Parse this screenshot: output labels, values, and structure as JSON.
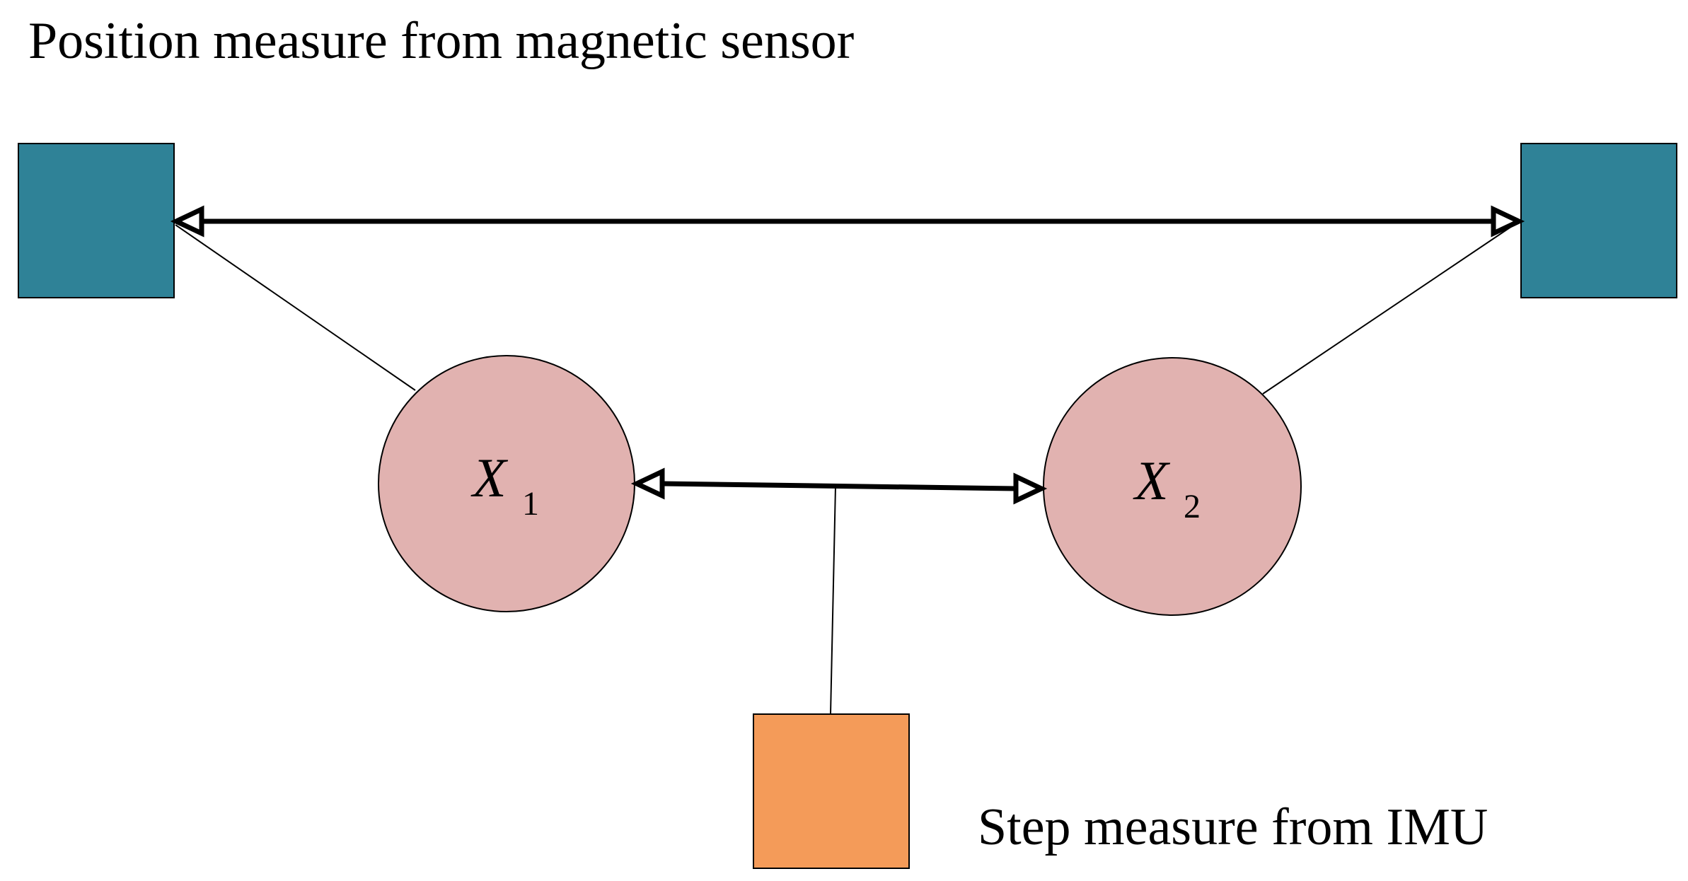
{
  "title": "Position measure from magnetic sensor",
  "imu_label": "Step measure from IMU",
  "nodes": [
    {
      "main": "X",
      "sub": "1"
    },
    {
      "main": "X",
      "sub": "2"
    }
  ],
  "colors": {
    "sensor": "#2F8297",
    "imu": "#F49B59",
    "node": "#E1B2B0",
    "line": "#000000"
  }
}
